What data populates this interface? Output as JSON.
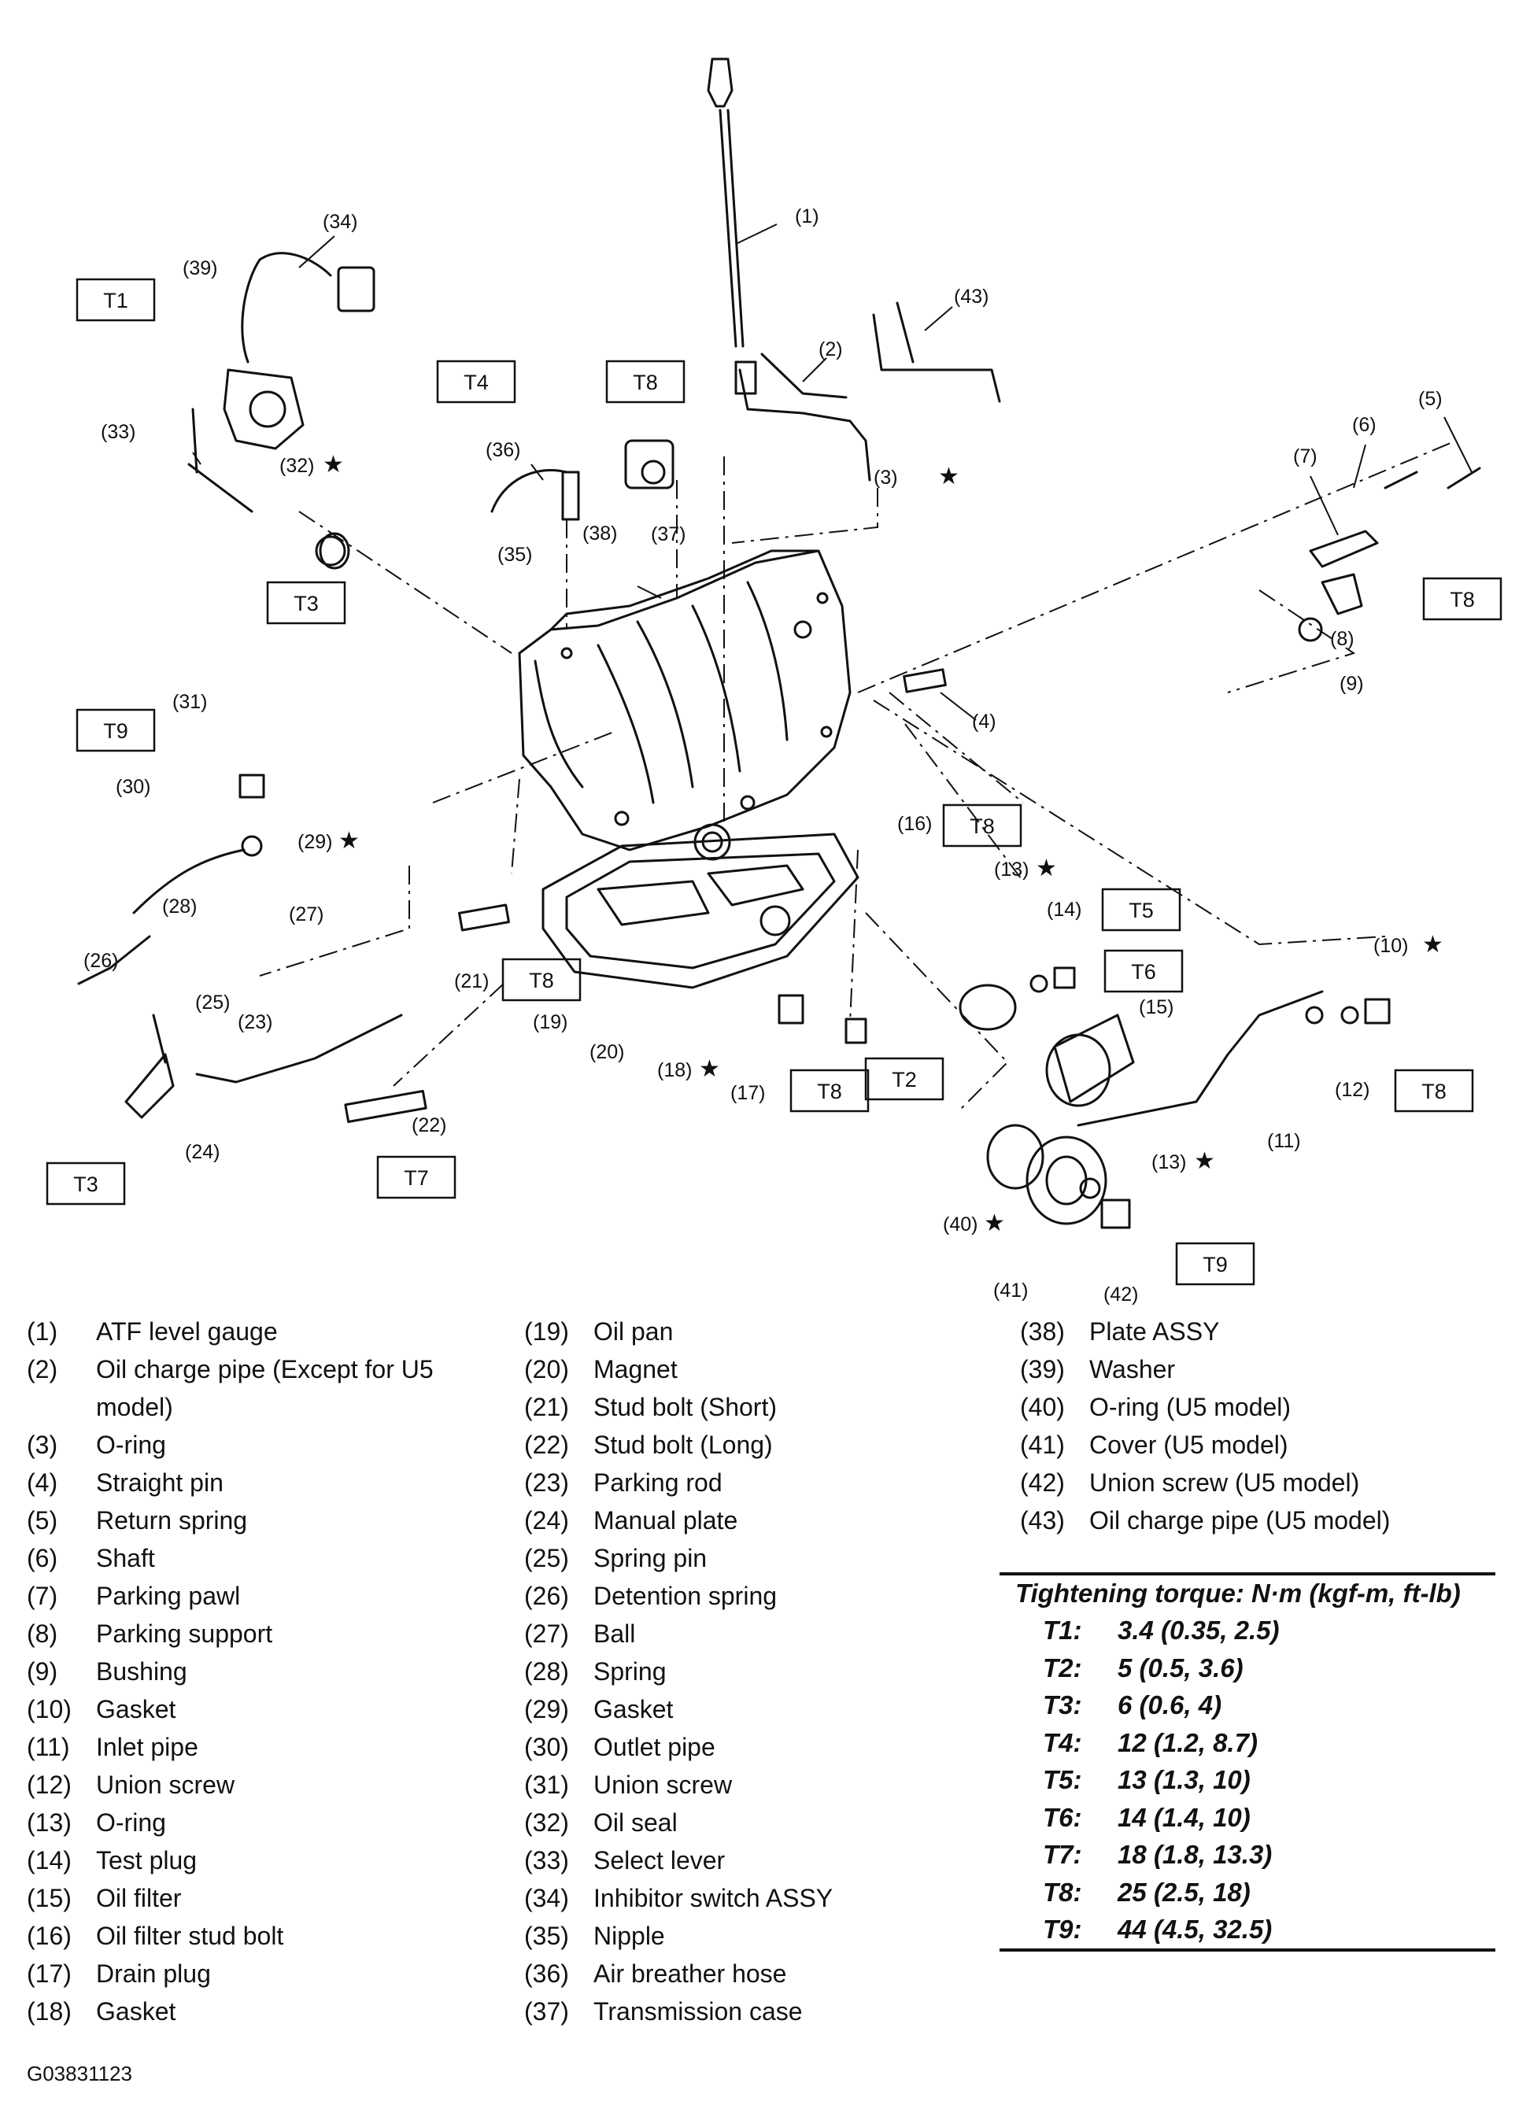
{
  "figure_id": "G03831123",
  "callouts": [
    "(1)",
    "(2)",
    "(3)",
    "(4)",
    "(5)",
    "(6)",
    "(7)",
    "(8)",
    "(9)",
    "(10)",
    "(11)",
    "(12)",
    "(13)",
    "(14)",
    "(15)",
    "(16)",
    "(17)",
    "(18)",
    "(19)",
    "(20)",
    "(21)",
    "(22)",
    "(23)",
    "(24)",
    "(25)",
    "(26)",
    "(27)",
    "(28)",
    "(29)",
    "(30)",
    "(31)",
    "(32)",
    "(33)",
    "(34)",
    "(35)",
    "(36)",
    "(37)",
    "(38)",
    "(39)",
    "(40)",
    "(41)",
    "(42)",
    "(43)"
  ],
  "torque_tags": [
    "T1",
    "T2",
    "T3",
    "T4",
    "T5",
    "T6",
    "T7",
    "T8",
    "T9"
  ],
  "star_symbol": "★",
  "parts": [
    {
      "num": "(1)",
      "name": "ATF level gauge"
    },
    {
      "num": "(2)",
      "name": "Oil charge pipe (Except for U5",
      "name2": "model)"
    },
    {
      "num": "(3)",
      "name": "O-ring"
    },
    {
      "num": "(4)",
      "name": "Straight pin"
    },
    {
      "num": "(5)",
      "name": "Return spring"
    },
    {
      "num": "(6)",
      "name": "Shaft"
    },
    {
      "num": "(7)",
      "name": "Parking pawl"
    },
    {
      "num": "(8)",
      "name": "Parking support"
    },
    {
      "num": "(9)",
      "name": "Bushing"
    },
    {
      "num": "(10)",
      "name": "Gasket"
    },
    {
      "num": "(11)",
      "name": "Inlet pipe"
    },
    {
      "num": "(12)",
      "name": "Union screw"
    },
    {
      "num": "(13)",
      "name": "O-ring"
    },
    {
      "num": "(14)",
      "name": "Test plug"
    },
    {
      "num": "(15)",
      "name": "Oil filter"
    },
    {
      "num": "(16)",
      "name": "Oil filter stud bolt"
    },
    {
      "num": "(17)",
      "name": "Drain plug"
    },
    {
      "num": "(18)",
      "name": "Gasket"
    },
    {
      "num": "(19)",
      "name": "Oil pan"
    },
    {
      "num": "(20)",
      "name": "Magnet"
    },
    {
      "num": "(21)",
      "name": "Stud bolt (Short)"
    },
    {
      "num": "(22)",
      "name": "Stud bolt (Long)"
    },
    {
      "num": "(23)",
      "name": "Parking rod"
    },
    {
      "num": "(24)",
      "name": "Manual plate"
    },
    {
      "num": "(25)",
      "name": "Spring pin"
    },
    {
      "num": "(26)",
      "name": "Detention spring"
    },
    {
      "num": "(27)",
      "name": "Ball"
    },
    {
      "num": "(28)",
      "name": "Spring"
    },
    {
      "num": "(29)",
      "name": "Gasket"
    },
    {
      "num": "(30)",
      "name": "Outlet pipe"
    },
    {
      "num": "(31)",
      "name": "Union screw"
    },
    {
      "num": "(32)",
      "name": "Oil seal"
    },
    {
      "num": "(33)",
      "name": "Select lever"
    },
    {
      "num": "(34)",
      "name": "Inhibitor switch ASSY"
    },
    {
      "num": "(35)",
      "name": "Nipple"
    },
    {
      "num": "(36)",
      "name": "Air breather hose"
    },
    {
      "num": "(37)",
      "name": "Transmission case"
    },
    {
      "num": "(38)",
      "name": "Plate ASSY"
    },
    {
      "num": "(39)",
      "name": "Washer"
    },
    {
      "num": "(40)",
      "name": "O-ring (U5 model)"
    },
    {
      "num": "(41)",
      "name": "Cover (U5 model)"
    },
    {
      "num": "(42)",
      "name": "Union screw (U5 model)"
    },
    {
      "num": "(43)",
      "name": "Oil charge pipe (U5 model)"
    }
  ],
  "torque": {
    "title": "Tightening torque: N·m (kgf-m, ft-lb)",
    "rows": [
      {
        "tag": "T1:",
        "value": "3.4 (0.35, 2.5)"
      },
      {
        "tag": "T2:",
        "value": "5 (0.5, 3.6)"
      },
      {
        "tag": "T3:",
        "value": "6 (0.6, 4)"
      },
      {
        "tag": "T4:",
        "value": "12 (1.2, 8.7)"
      },
      {
        "tag": "T5:",
        "value": "13 (1.3, 10)"
      },
      {
        "tag": "T6:",
        "value": "14 (1.4, 10)"
      },
      {
        "tag": "T7:",
        "value": "18 (1.8, 13.3)"
      },
      {
        "tag": "T8:",
        "value": "25 (2.5, 18)"
      },
      {
        "tag": "T9:",
        "value": "44 (4.5, 32.5)"
      }
    ]
  }
}
